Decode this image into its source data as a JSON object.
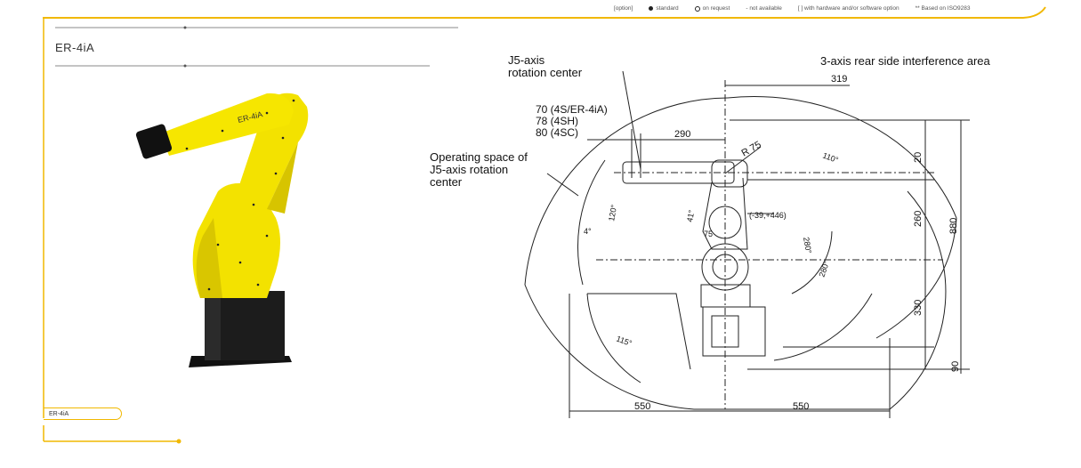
{
  "legend": {
    "option": "[option]",
    "standard": "standard",
    "on_request": "on request",
    "not_available": "- not available",
    "hw_sw_option": "[ ] with hardware and/or software option",
    "based_on": "** Based on ISO9283"
  },
  "page": {
    "title": "ER-4iA",
    "tag": "ER-4iA",
    "robot_body_text": "ER-4iA"
  },
  "drawing": {
    "j5_axis_label": [
      "J5-axis",
      "rotation center"
    ],
    "rear_area_label": "3-axis rear side interference area",
    "offsets": [
      "70 (4S/ER-4iA)",
      "78 (4SH)",
      "80 (4SC)"
    ],
    "operating_space_label": [
      "Operating space of",
      "J5-axis rotation",
      "center"
    ],
    "dim_319": "319",
    "dim_290": "290",
    "dim_r75": "R 75",
    "dim_110": "110°",
    "dim_120": "120°",
    "dim_4": "4°",
    "dim_41": "41°",
    "dim_75": "75",
    "dim_coord": "(-39,+446)",
    "dim_280a": "280°",
    "dim_280b": "280°",
    "dim_115": "115°",
    "dim_20": "20",
    "dim_260": "260",
    "dim_330": "330",
    "dim_90": "90",
    "dim_880": "880",
    "dim_550_left": "550",
    "dim_550_right": "550"
  },
  "colors": {
    "accent": "#f1b800",
    "robot_yellow": "#f3e200",
    "robot_black": "#1c1c1c"
  }
}
